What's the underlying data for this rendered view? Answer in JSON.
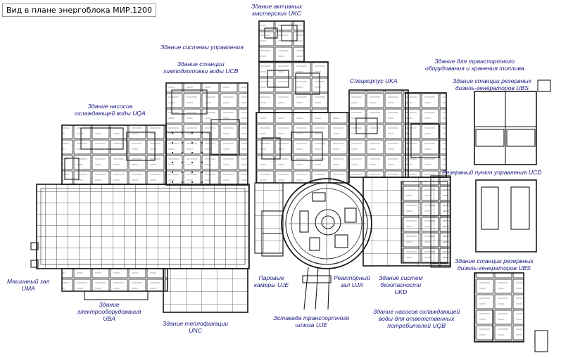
{
  "title": "Вид в плане энергоблока МИР.1200",
  "labels": {
    "ukc": [
      "Здание активных",
      "мастерских UKC"
    ],
    "cyb": [
      "Здание системы управления"
    ],
    "ucb": [
      "Здание станции",
      "химподготовки воды UCB"
    ],
    "transport": [
      "Здание для транспортного",
      "оборудования и хранения топлива"
    ],
    "uka": [
      "Спецкорпус UKA"
    ],
    "ubs_top": [
      "Здание станции резервных",
      "дизель-генераторов UBS"
    ],
    "uqa": [
      "Здание насосов",
      "охлаждающей воды UQA"
    ],
    "ucd": [
      "Резервный пункт управления UCD"
    ],
    "ubs_bottom": [
      "Здание станции резервных",
      "дизель-генераторов UBS"
    ],
    "uma": [
      "Машинный зал",
      "UMA"
    ],
    "uba": [
      "Здание",
      "электрооборудования",
      "UBA"
    ],
    "unc": [
      "Здание теплофикации",
      "UNC"
    ],
    "uje_steam": [
      "Паровые",
      "камеры UJE"
    ],
    "uja": [
      "Реакторный",
      "зал UJA"
    ],
    "ukd": [
      "Здание систем",
      "безопасности",
      "UKD"
    ],
    "uje_trestle": [
      "Эстакада транспортного",
      "шлюза UJE"
    ],
    "uqb": [
      "Здание насосов охлаждающей",
      "воды для ответственных",
      "потребителей UQB"
    ]
  }
}
